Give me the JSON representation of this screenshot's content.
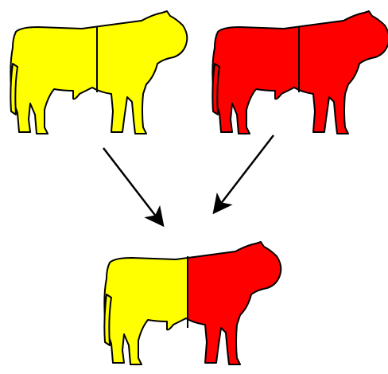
{
  "diagram": {
    "parents": [
      {
        "id": "parent-left",
        "color": "#ffff00"
      },
      {
        "id": "parent-right",
        "color": "#ff0000"
      }
    ],
    "offspring": {
      "id": "offspring",
      "front_color": "#ff0000",
      "rear_color": "#ffff00"
    },
    "arrows": [
      {
        "from": "parent-left",
        "to": "offspring"
      },
      {
        "from": "parent-right",
        "to": "offspring"
      }
    ],
    "outline_color": "#000000",
    "background": "#ffffff"
  }
}
